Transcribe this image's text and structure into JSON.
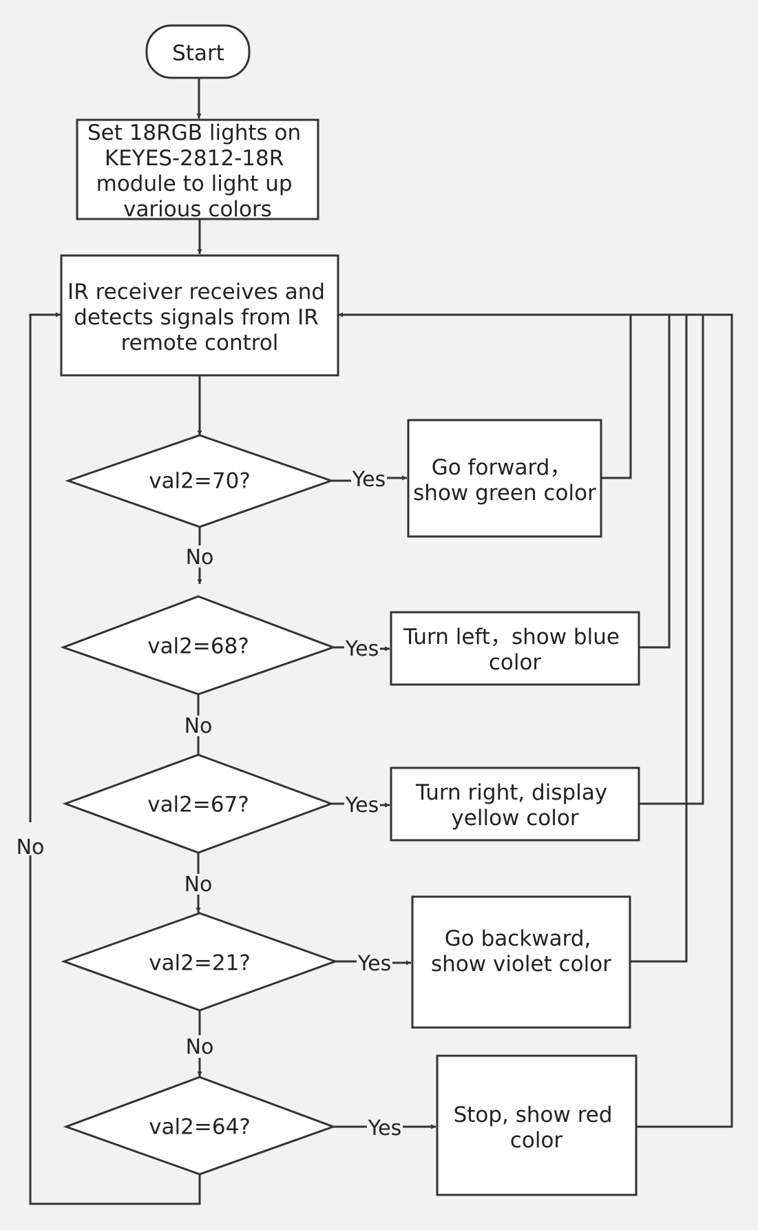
{
  "colors": {
    "background": "#f2f2f2",
    "stroke": "#333333",
    "fill": "#ffffff",
    "text": "#222222"
  },
  "nodes": {
    "start": "Start",
    "setup": [
      "Set 18RGB lights on",
      "KEYES-2812-18R",
      "module to light up",
      "various colors"
    ],
    "ir": [
      "IR receiver receives  and",
      "detects signals from IR",
      "remote control"
    ],
    "d70": "val2=70?",
    "d68": "val2=68?",
    "d67": "val2=67?",
    "d21": "val2=21?",
    "d64": "val2=64?",
    "forward": [
      "Go forward，",
      "show green color"
    ],
    "left": [
      "Turn left，show blue",
      "color"
    ],
    "right": [
      "Turn right, display",
      "yellow color"
    ],
    "backward": [
      "Go backward,",
      "show violet color"
    ],
    "stop": [
      "Stop, show red",
      "color"
    ]
  },
  "edges": {
    "yes": "Yes",
    "no": "No"
  }
}
